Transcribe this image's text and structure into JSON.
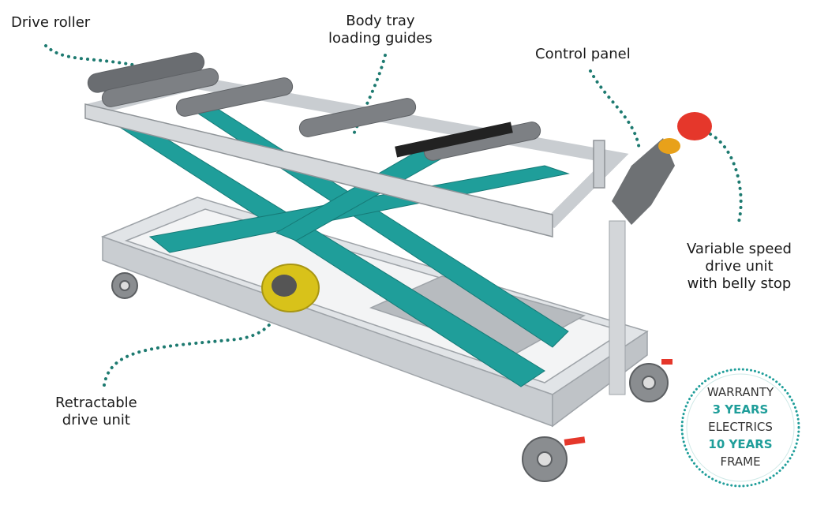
{
  "labels": {
    "drive_roller": "Drive roller",
    "body_tray_line1": "Body tray",
    "body_tray_line2": "loading guides",
    "control_panel": "Control panel",
    "variable_line1": "Variable speed",
    "variable_line2": "drive unit",
    "variable_line3": "with belly stop",
    "retractable_line1": "Retractable",
    "retractable_line2": "drive unit"
  },
  "badge": {
    "line1": "WARRANTY",
    "line2": "3 YEARS",
    "line3": "ELECTRICS",
    "line4": "10 YEARS",
    "line5": "FRAME"
  },
  "colors": {
    "teal": "#1f9e9a",
    "frame": "#c9cdd1",
    "roller": "#7d8084",
    "red": "#e5372b",
    "yellow": "#d8c21a",
    "dotted": "#1d7a70"
  }
}
